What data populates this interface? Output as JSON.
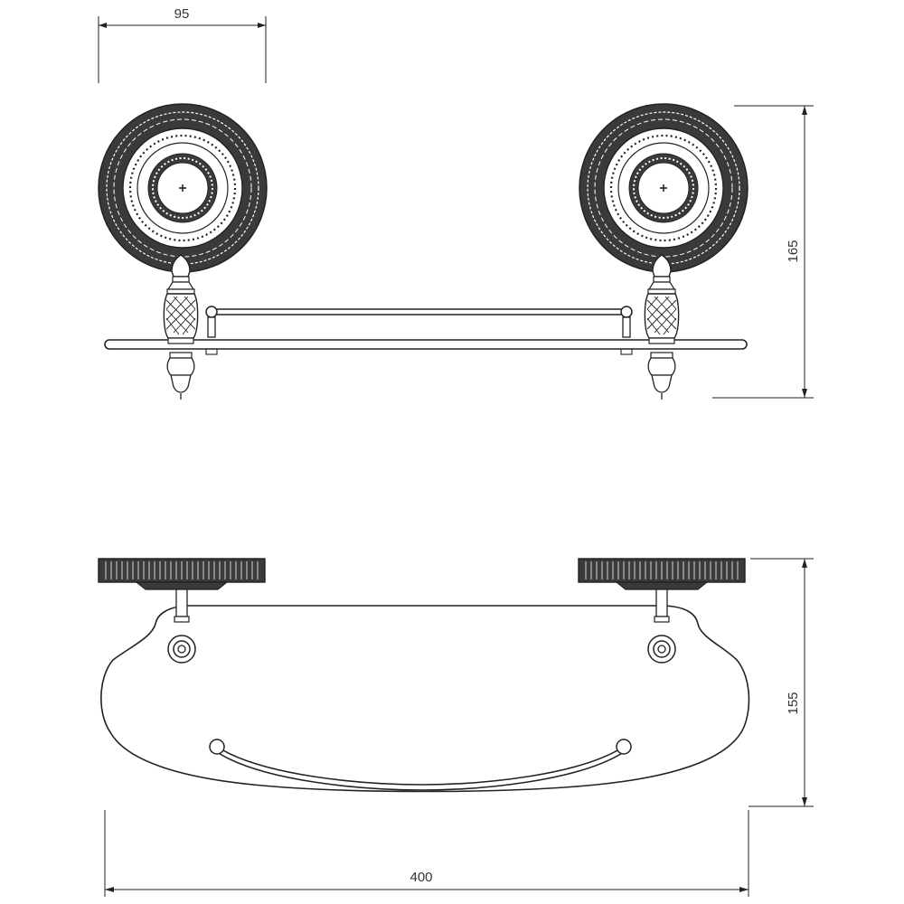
{
  "dimensions": {
    "top_width": "95",
    "top_height": "165",
    "bottom_height": "155",
    "bottom_width": "400"
  },
  "colors": {
    "line": "#222222",
    "rosette_fill": "#3a3a3a",
    "background": "#ffffff"
  }
}
